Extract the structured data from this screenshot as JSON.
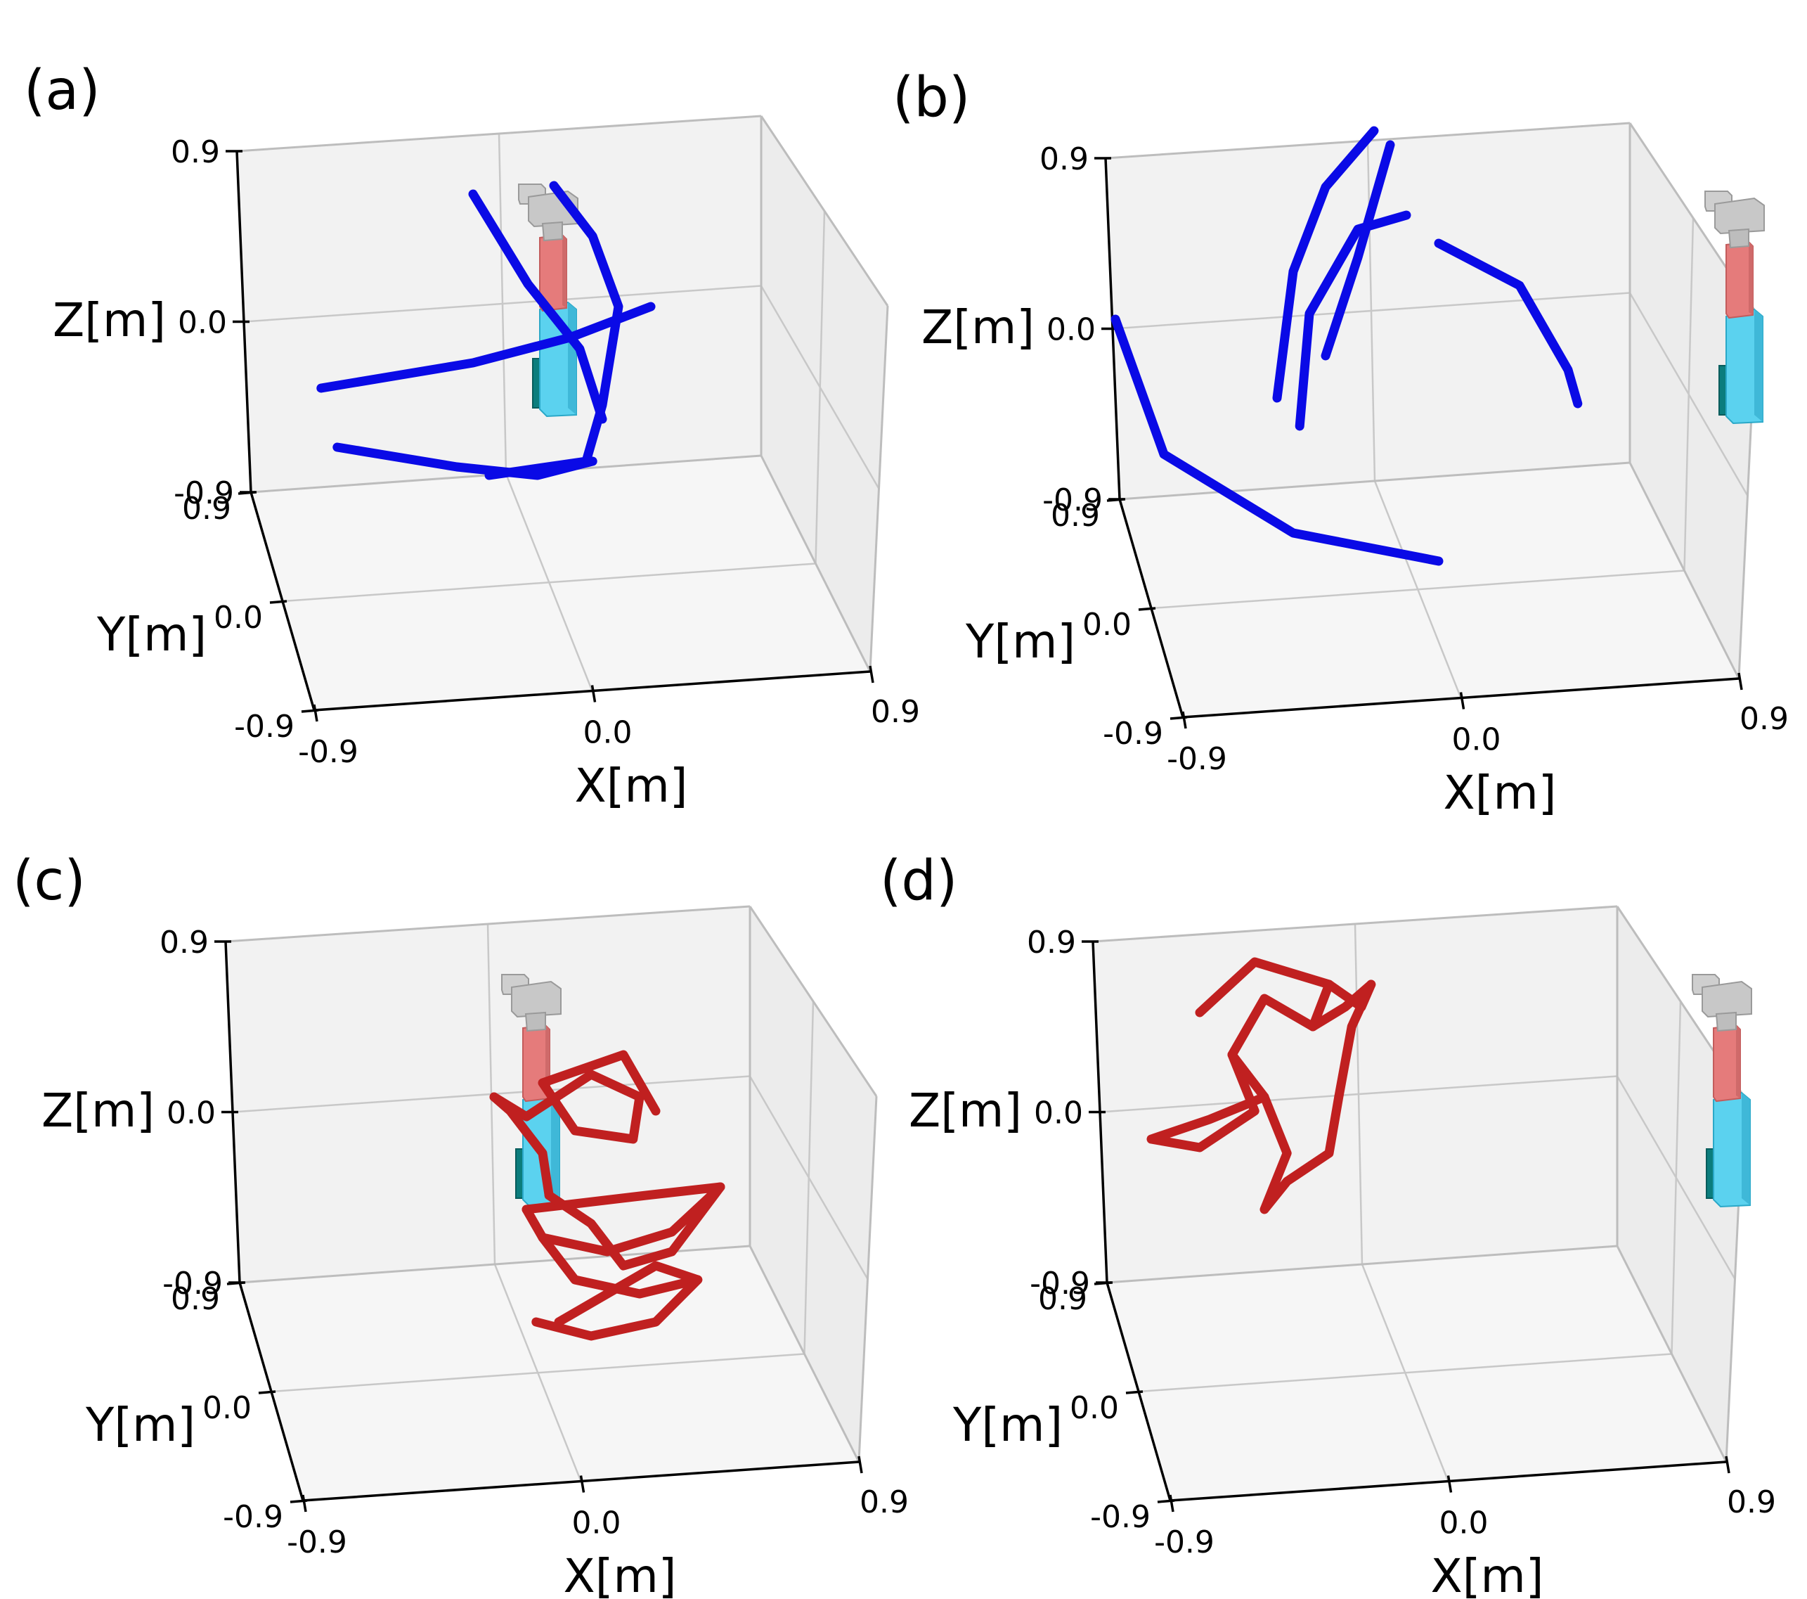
{
  "chart_data": [
    {
      "type": "line",
      "panel_label": "(a)",
      "xlabel": "X[m]",
      "ylabel": "Y[m]",
      "zlabel": "Z[m]",
      "xlim": [
        -0.9,
        0.9
      ],
      "ylim": [
        -0.9,
        0.9
      ],
      "zlim": [
        -0.9,
        0.9
      ],
      "ticks": [
        "-0.9",
        "0.0",
        "0.9"
      ],
      "series_color": "#0a0ae6",
      "series": [
        {
          "points": [
            [
              -0.62,
              -0.19
            ],
            [
              -0.15,
              -0.1
            ],
            [
              0.15,
              -0.01
            ],
            [
              0.4,
              0.1
            ]
          ]
        },
        {
          "points": [
            [
              -0.57,
              -0.4
            ],
            [
              -0.2,
              -0.47
            ],
            [
              0.05,
              -0.5
            ],
            [
              0.22,
              -0.45
            ]
          ]
        },
        {
          "points": [
            [
              -0.15,
              0.5
            ],
            [
              0.02,
              0.18
            ],
            [
              0.18,
              -0.05
            ],
            [
              0.25,
              -0.3
            ]
          ]
        },
        {
          "points": [
            [
              0.1,
              0.53
            ],
            [
              0.22,
              0.35
            ],
            [
              0.3,
              0.1
            ],
            [
              0.25,
              -0.25
            ],
            [
              0.2,
              -0.45
            ],
            [
              -0.1,
              -0.5
            ]
          ]
        }
      ]
    },
    {
      "type": "line",
      "panel_label": "(b)",
      "xlabel": "X[m]",
      "ylabel": "Y[m]",
      "zlabel": "Z[m]",
      "xlim": [
        -0.9,
        0.9
      ],
      "ylim": [
        -0.9,
        0.9
      ],
      "zlim": [
        -0.9,
        0.9
      ],
      "ticks": [
        "-0.9",
        "0.0",
        "0.9"
      ],
      "series_color": "#0a0ae6",
      "series": [
        {
          "points": [
            [
              -0.85,
              0.08
            ],
            [
              -0.7,
              -0.4
            ],
            [
              -0.3,
              -0.68
            ],
            [
              0.15,
              -0.78
            ]
          ]
        },
        {
          "points": [
            [
              -0.35,
              -0.2
            ],
            [
              -0.3,
              0.25
            ],
            [
              -0.2,
              0.55
            ],
            [
              -0.05,
              0.75
            ]
          ]
        },
        {
          "points": [
            [
              -0.28,
              -0.3
            ],
            [
              -0.25,
              0.1
            ],
            [
              -0.1,
              0.4
            ],
            [
              0.05,
              0.45
            ]
          ]
        },
        {
          "points": [
            [
              -0.2,
              -0.05
            ],
            [
              -0.1,
              0.3
            ],
            [
              0.0,
              0.7
            ]
          ]
        },
        {
          "points": [
            [
              0.15,
              0.35
            ],
            [
              0.4,
              0.2
            ],
            [
              0.55,
              -0.1
            ],
            [
              0.58,
              -0.22
            ]
          ]
        }
      ]
    },
    {
      "type": "line",
      "panel_label": "(c)",
      "xlabel": "X[m]",
      "ylabel": "Y[m]",
      "zlabel": "Z[m]",
      "xlim": [
        -0.9,
        0.9
      ],
      "ylim": [
        -0.9,
        0.9
      ],
      "zlim": [
        -0.9,
        0.9
      ],
      "ticks": [
        "-0.9",
        "0.0",
        "0.9"
      ],
      "series_color": "#c02020",
      "series": [
        {
          "points": [
            [
              -0.05,
              0.1
            ],
            [
              0.05,
              0.03
            ],
            [
              0.25,
              0.18
            ],
            [
              0.4,
              0.1
            ],
            [
              0.38,
              -0.05
            ],
            [
              0.2,
              -0.02
            ],
            [
              0.1,
              0.15
            ],
            [
              0.35,
              0.25
            ],
            [
              0.45,
              0.05
            ]
          ]
        },
        {
          "points": [
            [
              -0.05,
              0.1
            ],
            [
              0.0,
              0.05
            ],
            [
              0.1,
              -0.1
            ],
            [
              0.12,
              -0.25
            ]
          ]
        },
        {
          "points": [
            [
              0.05,
              -0.3
            ],
            [
              0.2,
              -0.28
            ],
            [
              0.42,
              -0.25
            ],
            [
              0.65,
              -0.22
            ],
            [
              0.5,
              -0.38
            ],
            [
              0.3,
              -0.45
            ],
            [
              0.1,
              -0.4
            ]
          ]
        },
        {
          "points": [
            [
              0.05,
              -0.3
            ],
            [
              0.1,
              -0.4
            ],
            [
              0.2,
              -0.55
            ],
            [
              0.4,
              -0.6
            ],
            [
              0.58,
              -0.55
            ]
          ]
        },
        {
          "points": [
            [
              0.12,
              -0.25
            ],
            [
              0.25,
              -0.35
            ],
            [
              0.35,
              -0.5
            ],
            [
              0.5,
              -0.45
            ],
            [
              0.65,
              -0.22
            ]
          ]
        },
        {
          "points": [
            [
              0.15,
              -0.7
            ],
            [
              0.3,
              -0.6
            ],
            [
              0.45,
              -0.5
            ],
            [
              0.58,
              -0.55
            ],
            [
              0.45,
              -0.7
            ],
            [
              0.25,
              -0.75
            ],
            [
              0.08,
              -0.7
            ]
          ]
        }
      ]
    },
    {
      "type": "line",
      "panel_label": "(d)",
      "xlabel": "X[m]",
      "ylabel": "Y[m]",
      "zlabel": "Z[m]",
      "xlim": [
        -0.9,
        0.9
      ],
      "ylim": [
        -0.9,
        0.9
      ],
      "zlim": [
        -0.9,
        0.9
      ],
      "ticks": [
        "-0.9",
        "0.0",
        "0.9"
      ],
      "series_color": "#c02020",
      "series": [
        {
          "points": [
            [
              -0.55,
              0.4
            ],
            [
              -0.38,
              0.58
            ],
            [
              -0.15,
              0.5
            ],
            [
              -0.2,
              0.35
            ],
            [
              -0.35,
              0.45
            ],
            [
              -0.45,
              0.25
            ],
            [
              -0.38,
              0.05
            ],
            [
              -0.55,
              -0.08
            ],
            [
              -0.7,
              -0.05
            ],
            [
              -0.52,
              0.02
            ],
            [
              -0.35,
              0.1
            ]
          ]
        },
        {
          "points": [
            [
              -0.45,
              0.25
            ],
            [
              -0.35,
              0.1
            ],
            [
              -0.28,
              -0.1
            ],
            [
              -0.35,
              -0.3
            ],
            [
              -0.28,
              -0.2
            ],
            [
              -0.15,
              -0.1
            ],
            [
              -0.12,
              0.1
            ],
            [
              -0.08,
              0.35
            ],
            [
              -0.02,
              0.5
            ]
          ]
        },
        {
          "points": [
            [
              -0.15,
              0.5
            ],
            [
              -0.05,
              0.42
            ],
            [
              -0.02,
              0.5
            ],
            [
              -0.1,
              0.42
            ],
            [
              -0.2,
              0.35
            ]
          ]
        }
      ]
    }
  ]
}
